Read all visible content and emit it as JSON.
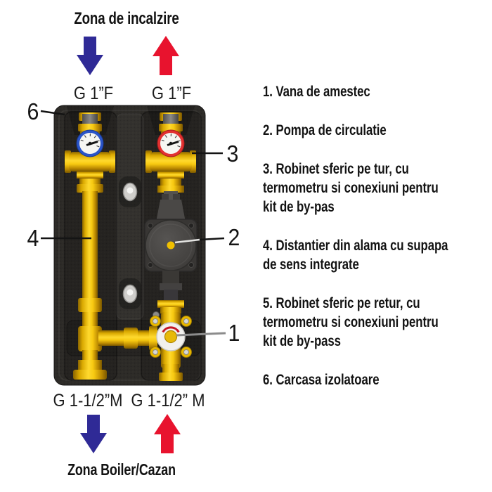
{
  "top": {
    "zone_label": "Zona de incalzire",
    "thread_left": "G 1”F",
    "thread_right": "G 1”F",
    "arrow_left": "down-arrow",
    "arrow_right": "up-arrow"
  },
  "bottom": {
    "thread_left": "G 1-1/2”M",
    "thread_right": "G 1-1/2” M",
    "zone_label": "Zona Boiler/Cazan",
    "arrow_left": "down-arrow",
    "arrow_right": "up-arrow"
  },
  "callouts": {
    "mixing_valve": "1",
    "pump": "2",
    "supply_valve": "3",
    "spacer_pipe": "4",
    "insulation_casing": "6"
  },
  "legend": {
    "items": [
      {
        "text": "1. Vana de amestec"
      },
      {
        "text": "2. Pompa de circulatie"
      },
      {
        "text": "3. Robinet sferic pe tur, cu\ntermometru si conexiuni pentru\nkit de by-pas"
      },
      {
        "text": "4. Distantier din alama cu supapa\nde sens integrate"
      },
      {
        "text": "5. Robinet sferic pe retur, cu\ntermometru si conexiuni pentru\nkit de by-pass"
      },
      {
        "text": "6. Carcasa izolatoare"
      }
    ]
  },
  "colors": {
    "arrow_blue": "#2f2a96",
    "arrow_red": "#e8132e",
    "brass_yellow": "#f2c40e",
    "insulation_dark": "#2d2b28",
    "thermometer_blue_ring": "#2b55c8",
    "thermometer_red_ring": "#e23131",
    "mixing_dial_red_arc": "#c41523",
    "pump_gray": "#454341",
    "text_black": "#131313"
  }
}
